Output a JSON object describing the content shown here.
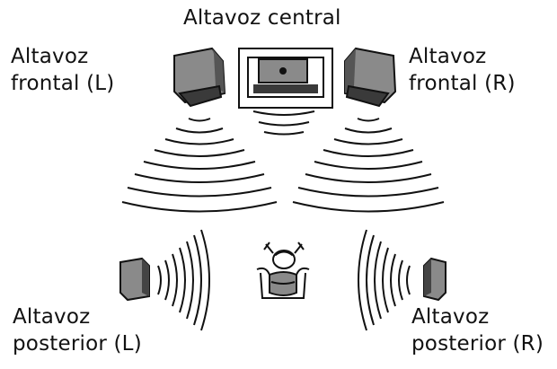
{
  "labels": {
    "center": "Altavoz central",
    "front_left": [
      "Altavoz",
      "frontal (L)"
    ],
    "front_right": [
      "Altavoz",
      "frontal (R)"
    ],
    "rear_left": [
      "Altavoz",
      "posterior (L)"
    ],
    "rear_right": [
      "Altavoz",
      "posterior (R)"
    ]
  },
  "colors": {
    "ink": "#111111",
    "speaker_fill": "#8a8a8a",
    "speaker_dark": "#3a3a3a",
    "background": "#ffffff"
  },
  "icons": {
    "speakers": "speaker-icon",
    "listener": "listener-icon"
  }
}
